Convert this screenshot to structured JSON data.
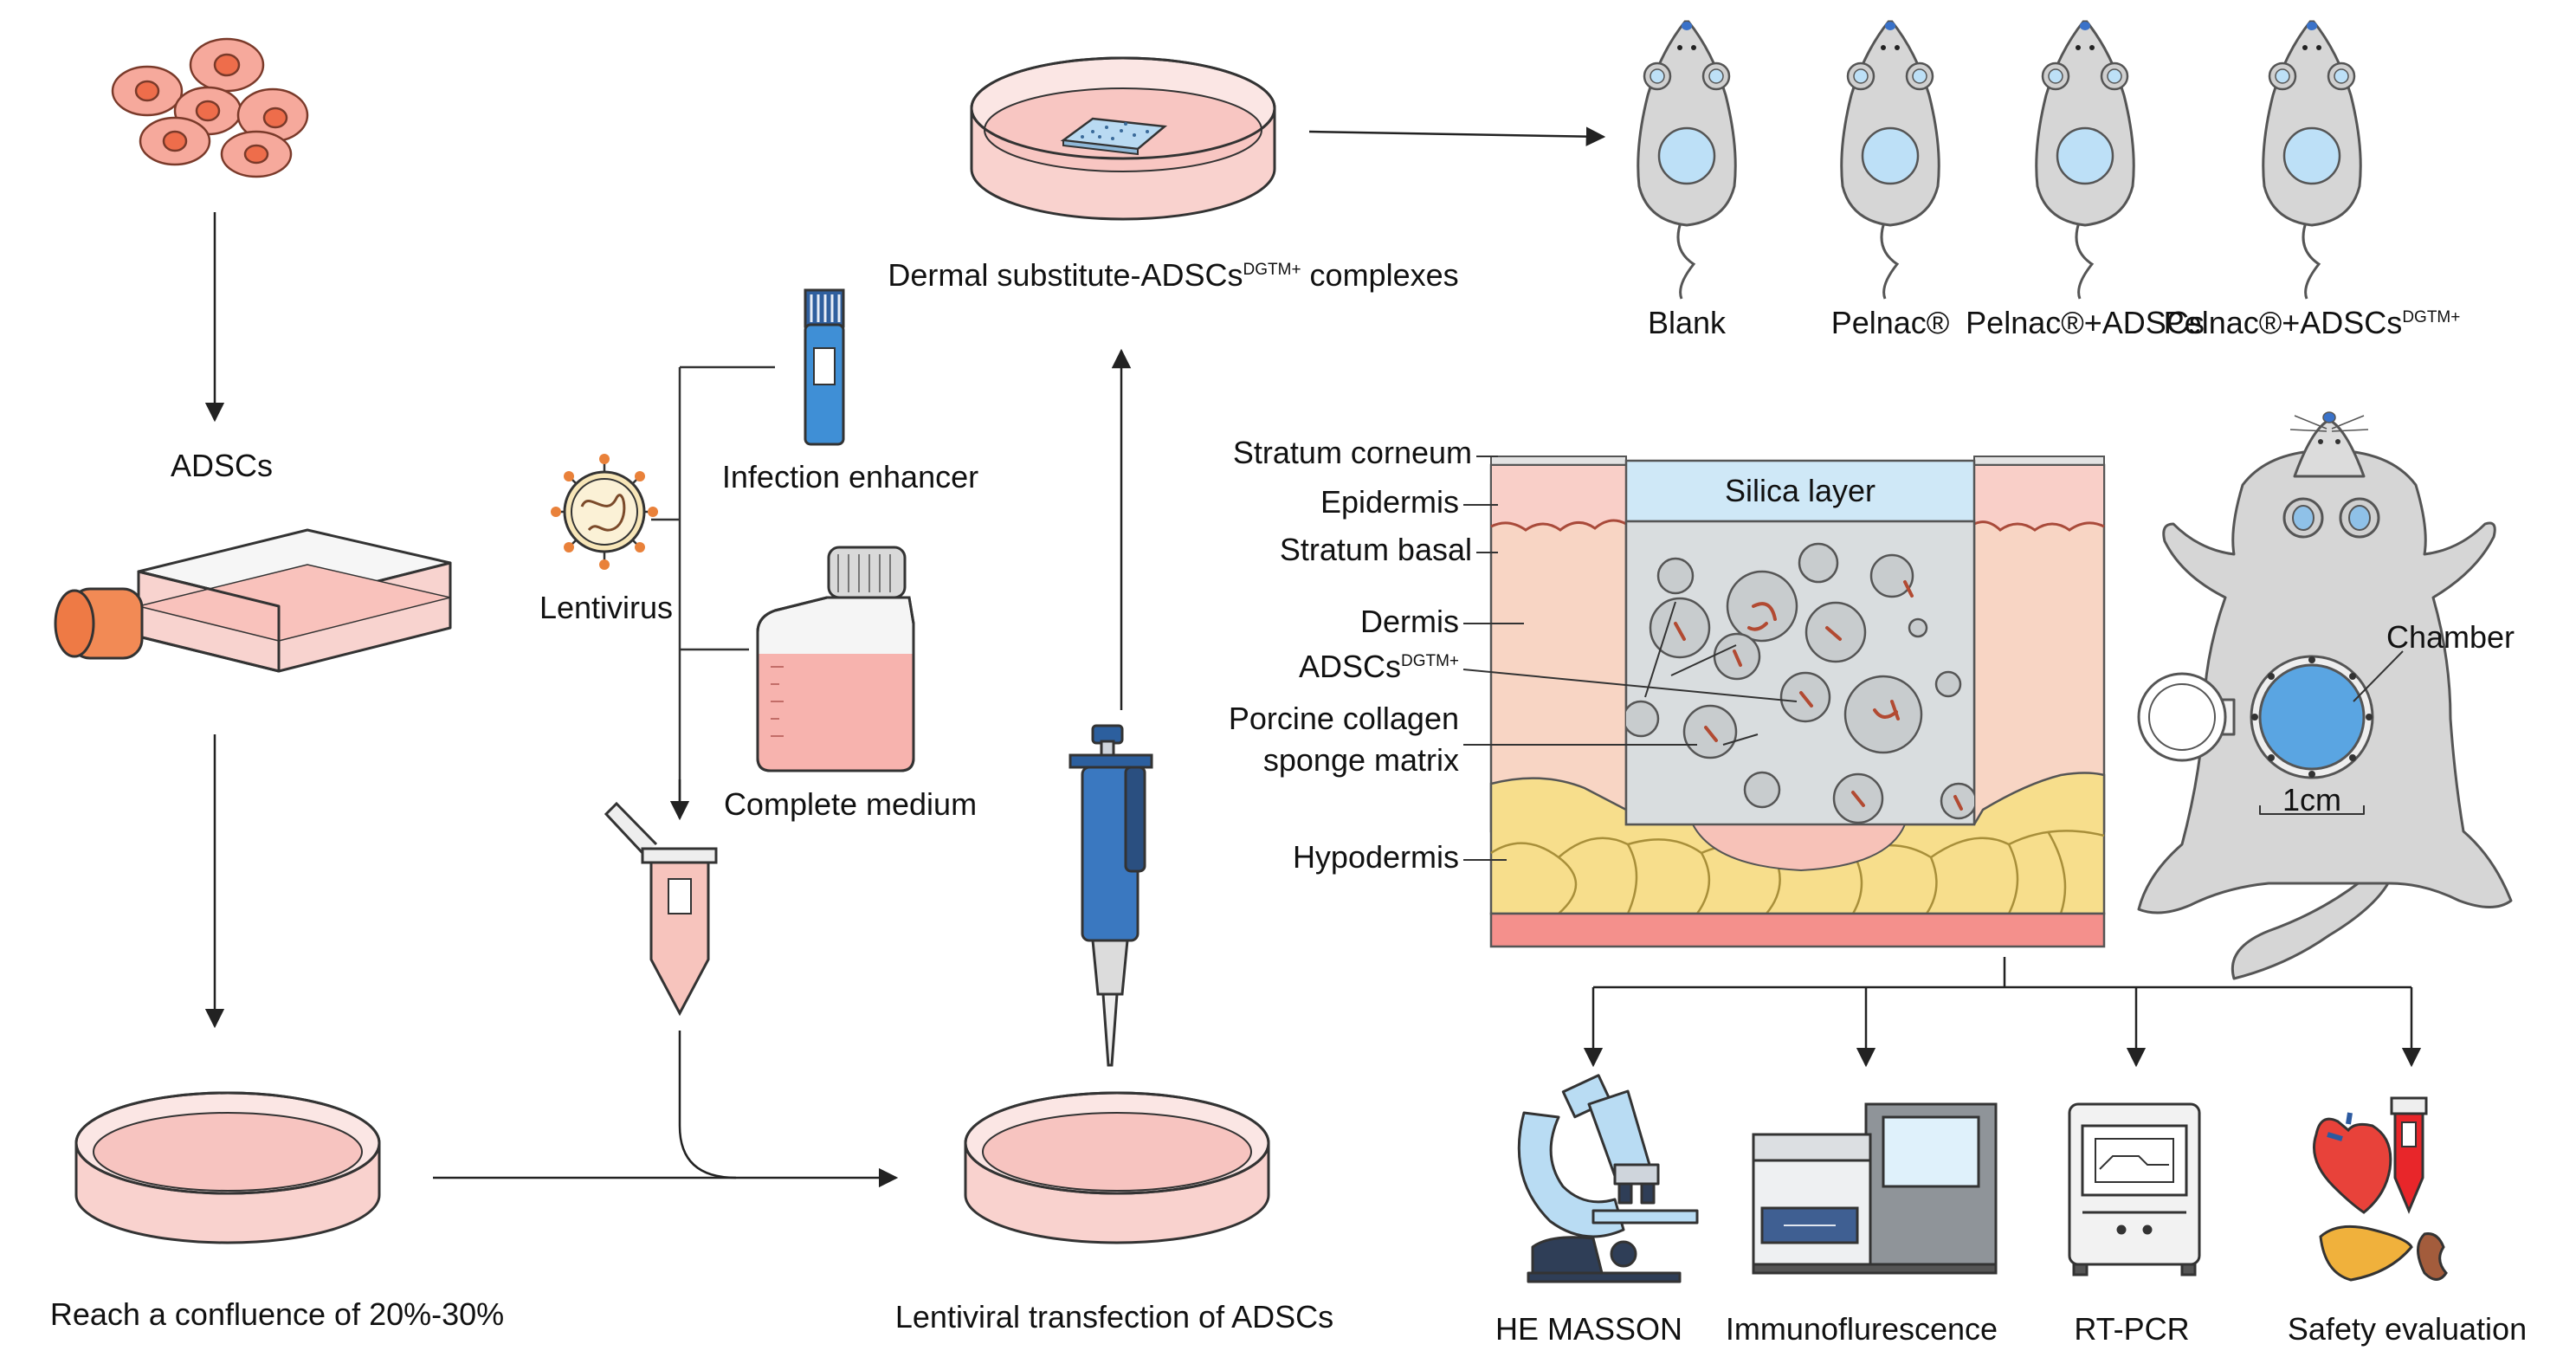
{
  "workflow": {
    "adscs": "ADSCs",
    "confluence": "Reach a confluence of 20%-30%",
    "lentivirus": "Lentivirus",
    "infection_enhancer": "Infection enhancer",
    "complete_medium": "Complete medium",
    "transfection": "Lentiviral transfection of ADSCs",
    "complexes_prefix": "Dermal substitute-ADSCs",
    "complexes_sup": "DGTM+",
    "complexes_suffix": " complexes"
  },
  "groups": [
    {
      "label": "Blank",
      "sup": ""
    },
    {
      "label": "Pelnac®",
      "sup": ""
    },
    {
      "label": "Pelnac®+ADSCs",
      "sup": ""
    },
    {
      "label": "Pelnac®+ADSCs",
      "sup": "DGTM+"
    }
  ],
  "skin_model": {
    "stratum_corneum": "Stratum corneum",
    "epidermis": "Epidermis",
    "stratum_basal": "Stratum basal",
    "dermis": "Dermis",
    "adscs": "ADSCs",
    "adscs_sup": "DGTM+",
    "porcine_1": "Porcine collagen",
    "porcine_2": "sponge matrix",
    "hypodermis": "Hypodermis",
    "silica_layer": "Silica layer"
  },
  "rat": {
    "chamber": "Chamber",
    "scale": "1cm"
  },
  "analyses": [
    {
      "label": "HE MASSON",
      "icon": "microscope-icon"
    },
    {
      "label": "Immunoflurescence",
      "icon": "imaging-system-icon"
    },
    {
      "label": "RT-PCR",
      "icon": "pcr-machine-icon"
    },
    {
      "label": "Safety evaluation",
      "icon": "organs-icon"
    }
  ],
  "colors": {
    "cell_fill": "#f6a99c",
    "nucleus": "#ee6d4b",
    "medium_pink": "#f9c9c5",
    "dermis": "#f8d5c4",
    "epidermis": "#f9cfc8",
    "hypodermis": "#f7de8c",
    "silica": "#cfe8f7",
    "matrix_gray": "#d9dddf",
    "mouse_gray": "#d6d6d6",
    "mouse_wound": "#bde0f7",
    "tube_blue": "#3f8fd6",
    "pipette_blue": "#2c5f9e"
  }
}
